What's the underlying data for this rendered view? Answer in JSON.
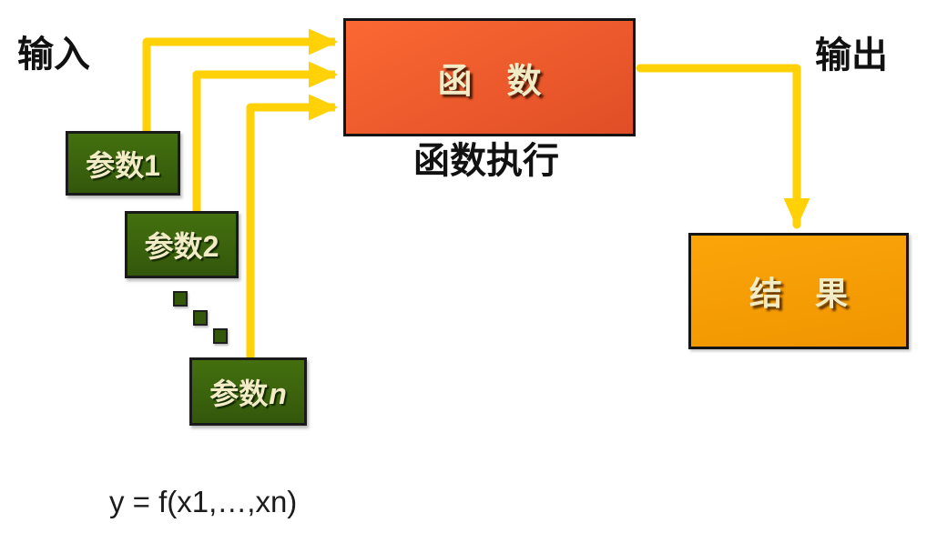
{
  "labels": {
    "input": "输入",
    "output": "输出",
    "function_caption": "函数执行",
    "formula": "y = f(x1,…,xn)"
  },
  "nodes": {
    "function": "函　数",
    "result": "结　果",
    "param1": "参数1",
    "param2": "参数2",
    "param_n": {
      "prefix": "参数",
      "suffix": "n"
    }
  },
  "colors": {
    "arrow_yellow": "#FFD106",
    "param_green": "#44700F",
    "param_green_dark": "#33570B",
    "function_orange": "#FB6833",
    "function_orange_dark": "#E04E27",
    "result_orange": "#FBA50A",
    "result_orange_dark": "#F09500",
    "box_text_cream": "#F2ECC6",
    "label_black": "#111111"
  }
}
